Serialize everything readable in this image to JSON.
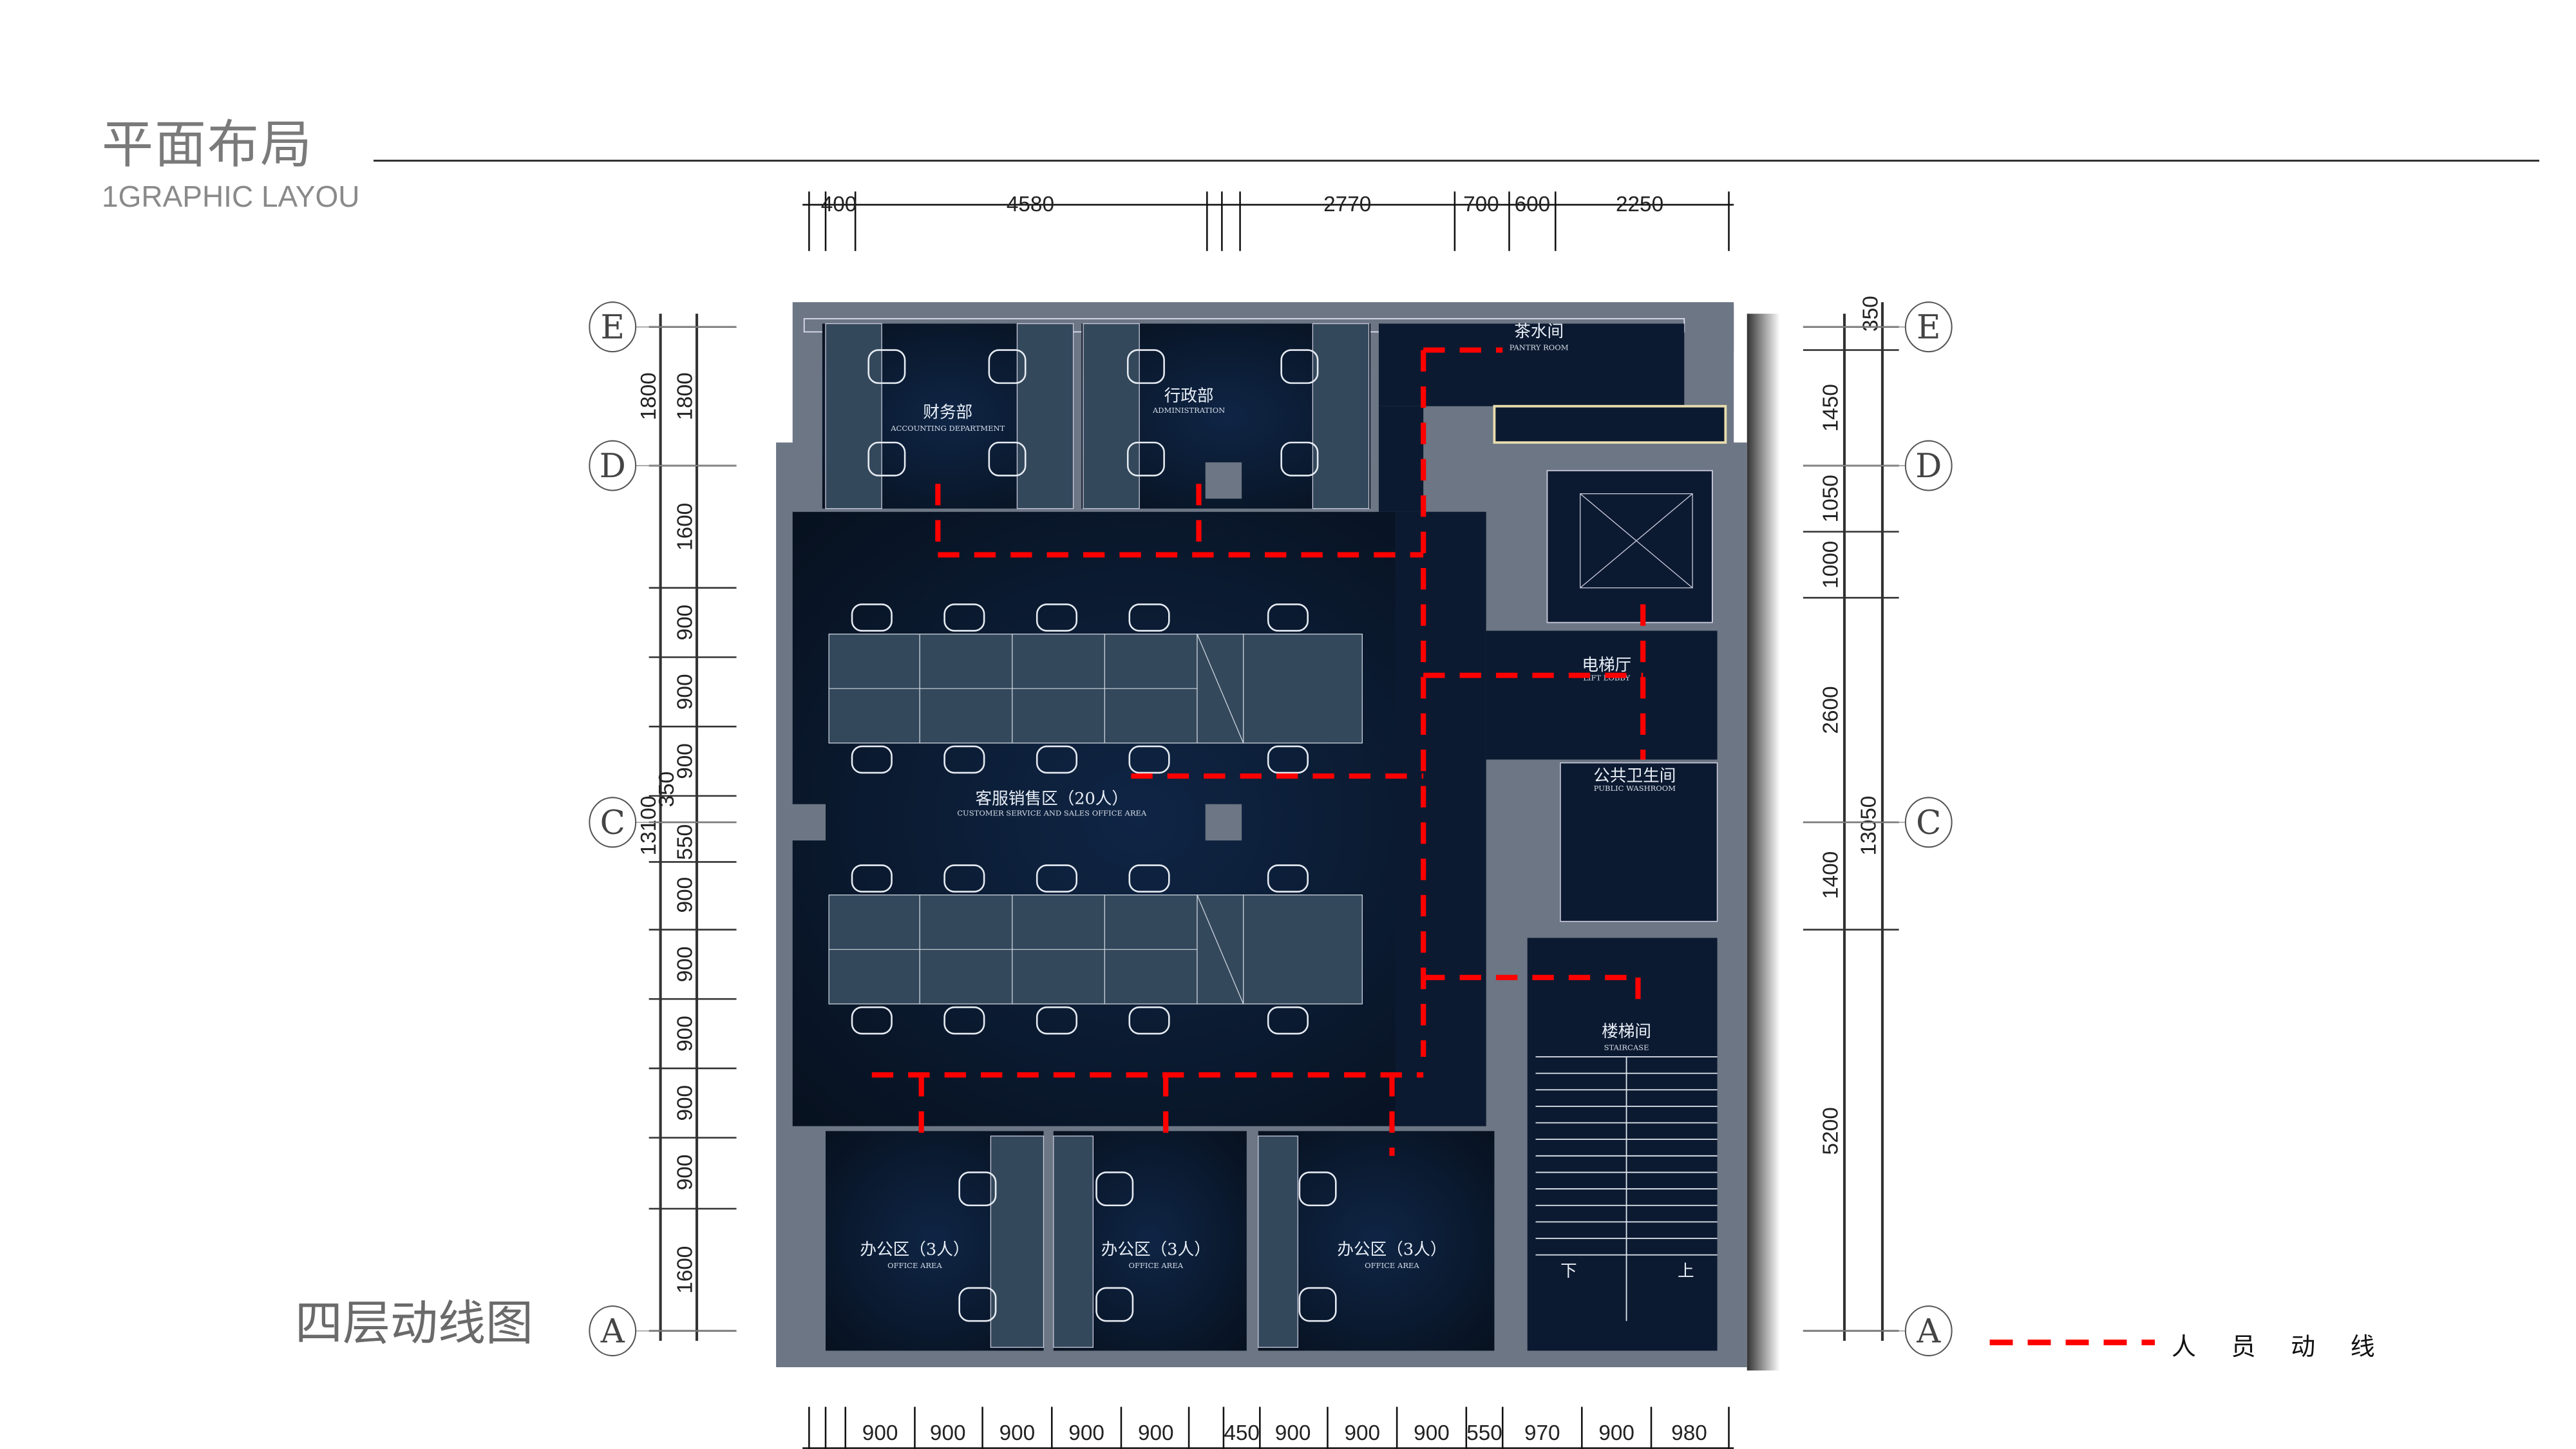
{
  "header": {
    "title": "平面布局",
    "subtitle": "1GRAPHIC LAYOU"
  },
  "plan_title": "四层动线图",
  "legend": {
    "label": "人 员 动 线",
    "color": "#ff0000"
  },
  "dimensions": {
    "top": [
      "400",
      "4580",
      "2770",
      "700",
      "600",
      "2250"
    ],
    "bottom": [
      "900",
      "900",
      "900",
      "900",
      "900",
      "450",
      "900",
      "900",
      "900",
      "550",
      "970",
      "900",
      "980"
    ],
    "left_inner": [
      "1800",
      "1600",
      "900",
      "900",
      "900",
      "550",
      "900",
      "900",
      "900",
      "900",
      "900",
      "1600"
    ],
    "left_small": "350",
    "left_outer": [
      "1800",
      "13100"
    ],
    "right_inner": [
      "350",
      "1450",
      "1050",
      "1000",
      "2600",
      "1400",
      "5200"
    ],
    "right_outer": "13050"
  },
  "axes": [
    "E",
    "D",
    "C",
    "A"
  ],
  "rooms": {
    "finance": {
      "cn": "财务部",
      "en": "ACCOUNTING DEPARTMENT"
    },
    "admin": {
      "cn": "行政部",
      "en": "ADMINISTRATION"
    },
    "pantry": {
      "cn": "茶水间",
      "en": "PANTRY ROOM"
    },
    "sales": {
      "cn": "客服销售区（20人）",
      "en": "CUSTOMER SERVICE AND SALES OFFICE AREA"
    },
    "lift": {
      "cn": "电梯厅",
      "en": "LIFT LOBBY"
    },
    "washroom": {
      "cn": "公共卫生间",
      "en": "PUBLIC WASHROOM"
    },
    "stairs": {
      "cn": "楼梯间",
      "en": "STAIRCASE",
      "down": "下",
      "up": "上"
    },
    "office1": {
      "cn": "办公区（3人）",
      "en": "OFFICE AREA"
    },
    "office2": {
      "cn": "办公区（3人）",
      "en": "OFFICE AREA"
    },
    "office3": {
      "cn": "办公区（3人）",
      "en": "OFFICE AREA"
    }
  },
  "colors": {
    "wall": "#6c7684",
    "room": "#0c1a31",
    "desk": "#34485c",
    "route": "#ff0000"
  }
}
